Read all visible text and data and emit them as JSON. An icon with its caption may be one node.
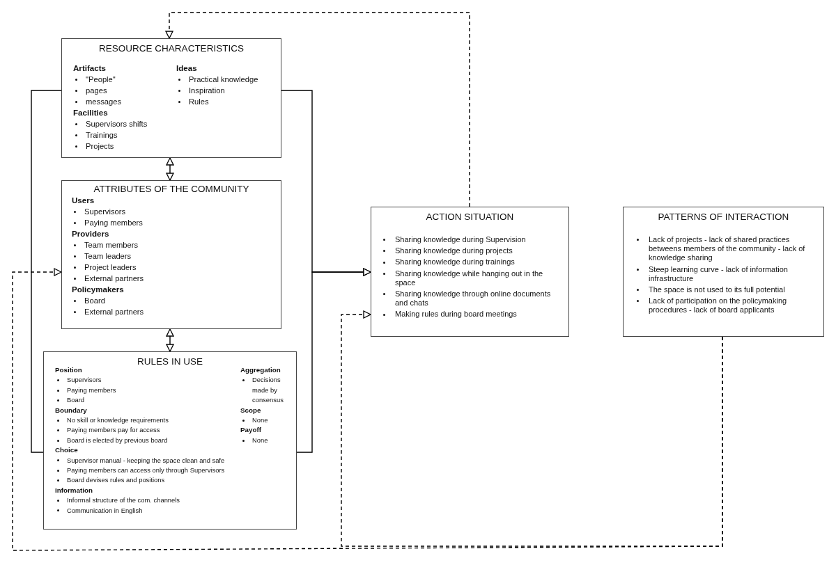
{
  "diagram": {
    "nodes": [
      {
        "text": [
          "RESOURCE CHARACTERISTICS",
          "Artifacts",
          "\"People\"",
          "pages",
          "messages",
          "Facilities",
          "Supervisors shifts",
          "Trainings",
          "Projects",
          "Ideas",
          "Practical knowledge",
          "Inspiration",
          "Rules"
        ]
      },
      {
        "text": [
          "ATTRIBUTES OF THE COMMUNITY",
          "Users",
          "Supervisors",
          "Paying members",
          "Providers",
          "Team members",
          "Team leaders",
          "Project leaders",
          "External partners",
          "Policymakers",
          "Board",
          "External partners"
        ]
      },
      {
        "text": [
          "RULES IN USE",
          "Position",
          "Supervisors",
          "Paying members",
          "Board",
          "Boundary",
          "No skill or knowledge requirements",
          "Paying members pay for access",
          "Board is elected by previous board",
          "Choice",
          "Supervisor manual - keeping the space clean and safe",
          "Paying members can access only through Supervisors",
          "Board devises rules and positions",
          "Information",
          "Informal structure of the com. channels",
          "Communication in English",
          "Aggregation",
          "Decisions made by consensus",
          "Scope",
          "None",
          "Payoff",
          "None"
        ]
      },
      {
        "text": [
          "ACTION SITUATION",
          "Sharing knowledge during Supervision",
          "Sharing knowledge during projects",
          "Sharing knowledge during trainings",
          "Sharing knowledge while hanging out in the space",
          "Sharing knowledge through online documents and chats",
          "Making rules during board meetings"
        ]
      },
      {
        "text": [
          "PATTERNS OF INTERACTION",
          "Lack of projects - lack of shared practices betweens members of the community - lack of knowledge sharing",
          "Steep learning curve - lack of information infrastructure",
          "The space is not used to its full potential",
          "Lack of participation on the policymaking procedures - lack of board applicants"
        ]
      }
    ],
    "edges": [
      {
        "from": 0,
        "to": 1,
        "arrow": "both"
      },
      {
        "from": 1,
        "to": 2,
        "arrow": "both"
      },
      {
        "from": 0,
        "to": 3,
        "arrow": "to"
      },
      {
        "from": 2,
        "to": 3,
        "arrow": "to"
      },
      {
        "from": 0,
        "to": 2,
        "arrow": "none"
      },
      {
        "from": 3,
        "to": 0,
        "arrow": "to",
        "style": "dashed"
      },
      {
        "from": 4,
        "to": 3,
        "arrow": "to",
        "style": "dashed"
      },
      {
        "from": 4,
        "to": 1,
        "arrow": "to",
        "style": "dashed"
      }
    ]
  }
}
